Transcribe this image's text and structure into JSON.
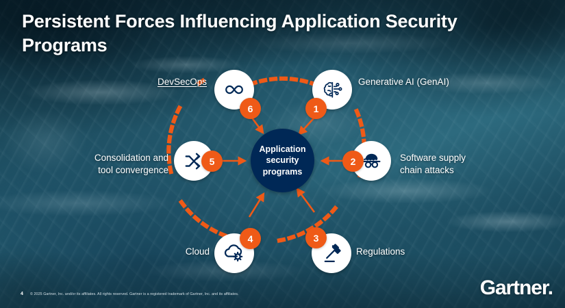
{
  "slide": {
    "title": "Persistent Forces Influencing Application Security Programs",
    "page_number": "4",
    "copyright": "© 2025 Gartner, Inc. and/or its affiliates. All rights reserved. Gartner is a registered trademark of Gartner, Inc. and its affiliates.",
    "logo": "Gartner."
  },
  "colors": {
    "accent_orange": "#ef5a17",
    "hub_navy": "#002856",
    "node_white": "#ffffff",
    "text_white": "#ffffff"
  },
  "diagram": {
    "hub": {
      "line1": "Application",
      "line2": "security",
      "line3": "programs"
    },
    "nodes": [
      {
        "number": "1",
        "label": "Generative AI (GenAI)",
        "icon": "brain-circuit-icon",
        "label_side": "right",
        "is_link": false
      },
      {
        "number": "2",
        "label_line1": "Software supply",
        "label_line2": "chain attacks",
        "label": "Software supply chain attacks",
        "icon": "spy-hat-glasses-icon",
        "label_side": "right",
        "is_link": false
      },
      {
        "number": "3",
        "label": "Regulations",
        "icon": "gavel-icon",
        "label_side": "right",
        "is_link": false
      },
      {
        "number": "4",
        "label": "Cloud",
        "icon": "cloud-gear-icon",
        "label_side": "left",
        "is_link": false
      },
      {
        "number": "5",
        "label_line1": "Consolidation and",
        "label_line2": "tool convergence",
        "label": "Consolidation and tool convergence",
        "icon": "shuffle-arrows-icon",
        "label_side": "left",
        "is_link": false
      },
      {
        "number": "6",
        "label": "DevSecOps",
        "icon": "infinity-icon",
        "label_side": "left",
        "is_link": true
      }
    ]
  }
}
